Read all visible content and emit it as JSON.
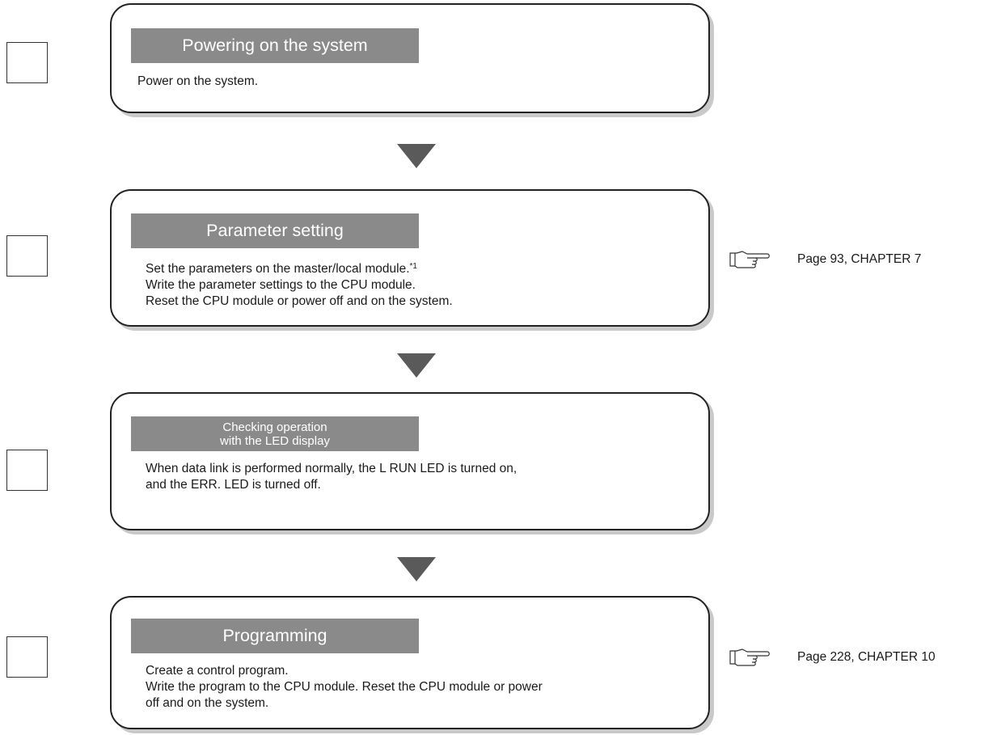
{
  "steps": [
    {
      "title": [
        "Powering on the system"
      ],
      "body": [
        "Power on the system."
      ]
    },
    {
      "title": [
        "Parameter setting"
      ],
      "body": [
        "Set the parameters on the master/local module.",
        "Write the parameter settings to the CPU module.",
        "Reset the CPU module or power off and on the system."
      ],
      "footnote_mark": "*1",
      "reference": "Page 93, CHAPTER 7"
    },
    {
      "title": [
        "Checking operation",
        "with the LED display"
      ],
      "body": [
        "When data link is performed normally, the L RUN LED is turned on,",
        "and the ERR. LED is turned off."
      ]
    },
    {
      "title": [
        "Programming"
      ],
      "body": [
        "Create a control program.",
        "Write the program to the CPU module. Reset the CPU module or power",
        "off and on the system."
      ],
      "reference": "Page 228, CHAPTER 10"
    }
  ],
  "icons": {
    "reference": "pointing-hand-icon",
    "flow": "down-triangle-arrow"
  },
  "colors": {
    "title_bar": "#8a8a8a",
    "arrow": "#5a5a5a",
    "shadow": "#c9c9c9"
  }
}
